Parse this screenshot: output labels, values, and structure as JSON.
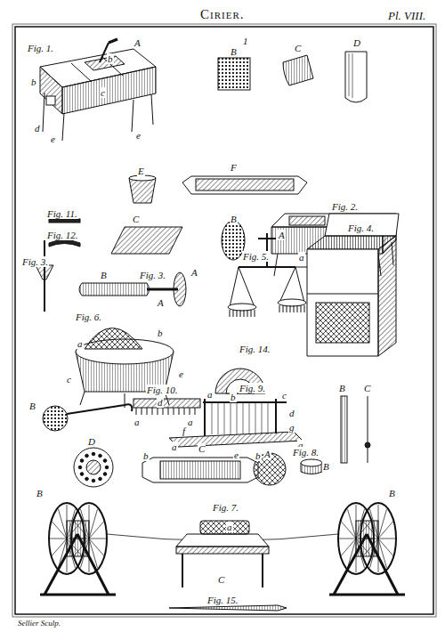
{
  "diagram": {
    "title": "Cirier.",
    "caption": "Sellier Sculp.",
    "labels": [
      "A",
      "Fig. 1.",
      "b",
      "b",
      "c",
      "d",
      "e",
      "e",
      "1",
      "B",
      "C",
      "D",
      "E",
      "F",
      "Fig. 11.",
      "Fig. 12.",
      "C",
      "B",
      "Fig. 2.",
      "A",
      "Fig. 3.",
      "Fig. 3.",
      "B",
      "A",
      "A",
      "Fig. 5.",
      "Fig. 4.",
      "a",
      "Fig. 6.",
      "a",
      "b",
      "c",
      "d",
      "e",
      "Fig. 14.",
      "B",
      "Fig. 10.",
      "a",
      "a",
      "Fig. 9.",
      "a",
      "b",
      "c",
      "d",
      "f",
      "g",
      "e",
      "a",
      "a",
      "B",
      "C",
      "D",
      "C",
      "b",
      "b",
      "Fig. 8.",
      "A",
      "B",
      "B",
      "Fig. 7.",
      "C",
      "a",
      "Fig. 15.",
      "B",
      "Pl. VIII."
    ]
  }
}
